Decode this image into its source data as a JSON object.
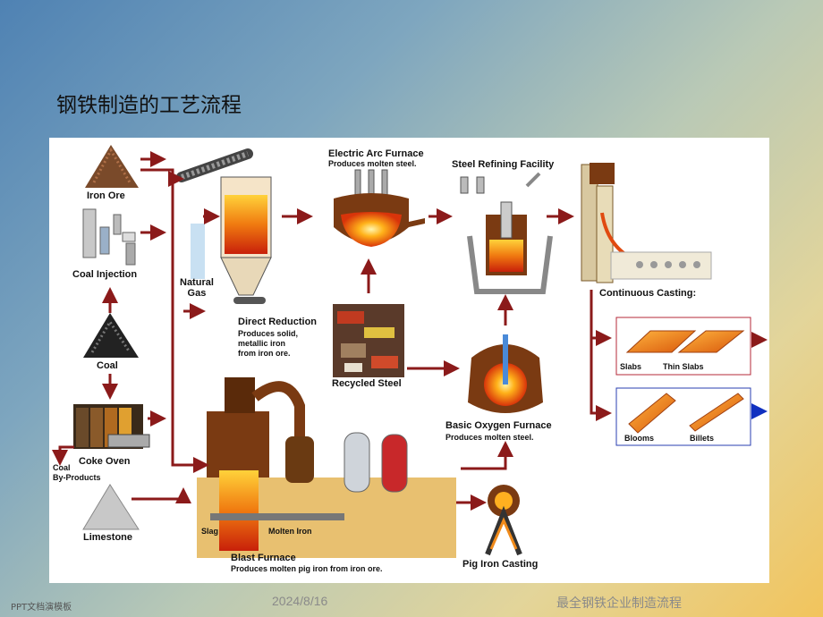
{
  "title": "钢铁制造的工艺流程",
  "diagram": {
    "iron_ore": "Iron Ore",
    "coal_injection": "Coal Injection",
    "coal": "Coal",
    "coke_oven": "Coke Oven",
    "coal_byproducts": "Coal\nBy-Products",
    "limestone": "Limestone",
    "natural_gas": "Natural\nGas",
    "direct_reduction": "Direct Reduction",
    "direct_reduction_note": "Produces solid,\nmetallic iron\nfrom iron ore.",
    "electric_arc_furnace": "Electric Arc Furnace",
    "eaf_note": "Produces molten steel.",
    "steel_refining": "Steel Refining Facility",
    "continuous_casting": "Continuous Casting:",
    "recycled_steel": "Recycled Steel",
    "basic_oxygen_furnace": "Basic Oxygen Furnace",
    "bof_note": "Produces molten steel.",
    "slabs": "Slabs",
    "thin_slabs": "Thin Slabs",
    "blooms": "Blooms",
    "billets": "Billets",
    "slag": "Slag",
    "molten_iron": "Molten Iron",
    "blast_furnace": "Blast Furnace",
    "blast_furnace_note": "Produces molten pig iron from iron ore.",
    "pig_iron_casting": "Pig Iron Casting"
  },
  "colors": {
    "arrow": "#8b1a1a",
    "flame": "#f08a1a",
    "brown": "#7a3a12",
    "blue_box": "#2a3fb0",
    "red_box": "#b4283a"
  },
  "footer": {
    "left": "PPT文档演模板",
    "date": "2024/8/16",
    "right": "最全钢铁企业制造流程"
  }
}
